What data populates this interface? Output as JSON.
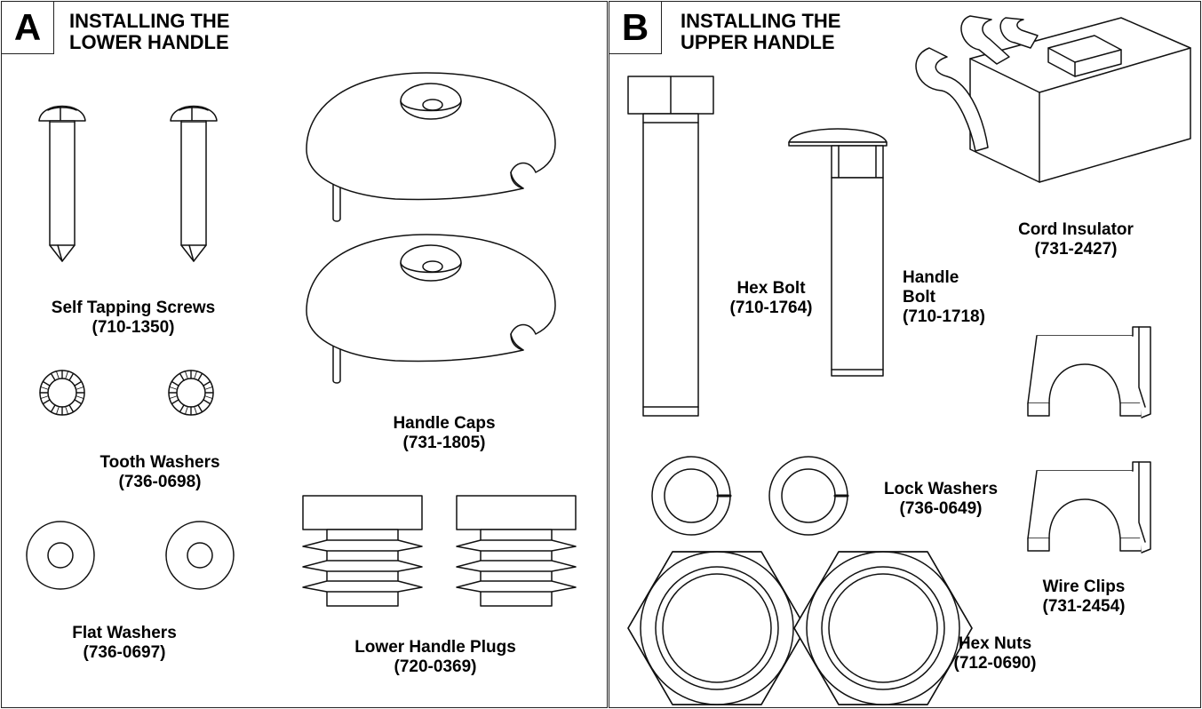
{
  "panel_a": {
    "letter": "A",
    "title_line1": "INSTALLING THE",
    "title_line2": "LOWER HANDLE",
    "parts": {
      "self_tapping_screws": {
        "name": "Self Tapping Screws",
        "part_no": "(710-1350)"
      },
      "tooth_washers": {
        "name": "Tooth Washers",
        "part_no": "(736-0698)"
      },
      "flat_washers": {
        "name": "Flat Washers",
        "part_no": "(736-0697)"
      },
      "handle_caps": {
        "name": "Handle Caps",
        "part_no": "(731-1805)"
      },
      "lower_handle_plugs": {
        "name": "Lower Handle Plugs",
        "part_no": "(720-0369)"
      }
    }
  },
  "panel_b": {
    "letter": "B",
    "title_line1": "INSTALLING THE",
    "title_line2": "UPPER HANDLE",
    "parts": {
      "hex_bolt": {
        "name": "Hex Bolt",
        "part_no": "(710-1764)"
      },
      "handle_bolt": {
        "name_line1": "Handle",
        "name_line2": "Bolt",
        "part_no": "(710-1718)"
      },
      "cord_insulator": {
        "name": "Cord Insulator",
        "part_no": "(731-2427)"
      },
      "lock_washers": {
        "name": "Lock Washers",
        "part_no": "(736-0649)"
      },
      "wire_clips": {
        "name": "Wire Clips",
        "part_no": "(731-2454)"
      },
      "hex_nuts": {
        "name": "Hex Nuts",
        "part_no": "(712-0690)"
      }
    }
  }
}
